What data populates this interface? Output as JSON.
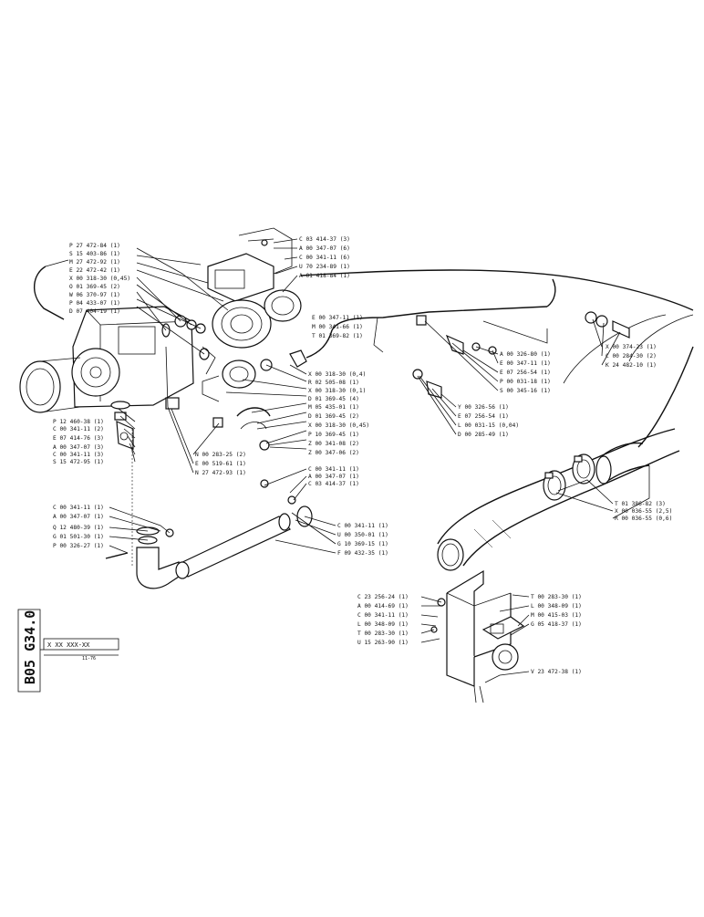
{
  "document": {
    "code": "B05 G34.0",
    "stamp": "X XX XXX-XX",
    "date": "11-76"
  },
  "callouts_left": [
    "P 27 472-84 (1)",
    "S 15 403-86 (1)",
    "M 27 472-92 (1)",
    "E 22 472-42 (1)",
    "X 00 318-30 (0,45)",
    "O 01 369-45 (2)",
    "W 06 370-97 (1)",
    "P 04 433-07 (1)",
    "D 07 404-19 (1)"
  ],
  "callouts_top": [
    "C 03 414-37 (3)",
    "A 00 347-07 (6)",
    "C 00 341-11 (6)",
    "U 70 234-89 (1)",
    "A 01 418-84 (1)"
  ],
  "callouts_mid": [
    "E 00 347-11 (1)",
    "M 00 341-66 (1)",
    "T 01 369-82 (1)"
  ],
  "callouts_center": [
    "X 00 318-30 (0,4)",
    "R 02 505-08 (1)",
    "X 00 318-30 (0,1)",
    "D 01 369-45 (4)",
    "M 05 435-01 (1)",
    "D 01 369-45 (2)",
    "X 00 318-30 (0,45)",
    "P 10 369-45 (1)",
    "Z 00 341-08 (2)",
    "Z 00 347-06 (2)"
  ],
  "callouts_right": [
    "A 00 326-80 (1)",
    "E 00 347-11 (1)",
    "E 07 256-54 (1)",
    "P 00 031-18 (1)",
    "S 00 345-16 (1)"
  ],
  "callouts_right2": [
    "Y 00 326-56 (1)",
    "E 07 256-54 (1)",
    "L 00 031-15 (0,04)",
    "D 00 285-49 (1)"
  ],
  "callouts_far_right": [
    "X 00 374-23 (1)",
    "C 00 284-30 (2)",
    "K 24 482-10 (1)"
  ],
  "callouts_pump": [
    "P 12 460-38 (1)",
    "C 00 341-11 (2)",
    "E 07 414-76 (3)",
    "A 00 347-07 (3)",
    "C 00 341-11 (3)",
    "S 15 472-95 (1)"
  ],
  "callouts_bracket": [
    "N 00 283-25 (2)",
    "E 00 519-61 (1)",
    "N 27 472-93 (1)"
  ],
  "callouts_clamp": [
    "C 00 341-11 (1)",
    "A 00 347-07 (1)",
    "C 03 414-37 (1)"
  ],
  "callouts_elbow": [
    "C 00 341-11 (1)",
    "A 00 347-07 (1)",
    "Q 12 480-39 (1)",
    "G 01 501-30 (1)",
    "P 00 326-27 (1)"
  ],
  "callouts_tube": [
    "C 00 341-11 (1)",
    "U 00 350-01 (1)",
    "G 10 369-15 (1)",
    "F 09 432-35 (1)"
  ],
  "callouts_hose": [
    "T 01 386-82 (3)",
    "X 00 036-55 (2,5)",
    "R 00 036-55 (0,6)"
  ],
  "callouts_box_left": [
    "C 23 256-24 (1)",
    "A 00 414-69 (1)",
    "C 00 341-11 (1)",
    "L 00 348-09 (1)",
    "T 00 283-30 (1)",
    "U 15 263-90 (1)"
  ],
  "callouts_box_right": [
    "T 00 283-30 (1)",
    "L 00 348-09 (1)",
    "M 00 415-03 (1)",
    "G 05 418-37 (1)"
  ],
  "callouts_box_bottom": "V 23 472-38 (1)"
}
